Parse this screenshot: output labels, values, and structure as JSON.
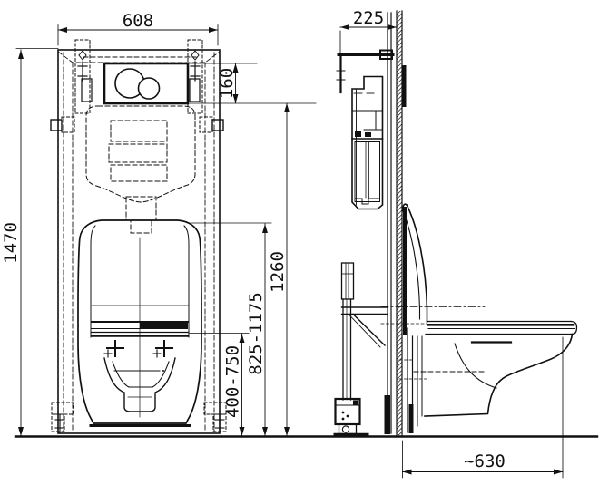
{
  "background": "#ffffff",
  "line_color": "#111111",
  "dimensions_mm": {
    "frame_width": "608",
    "frame_height": "1470",
    "flush_plate_height": "160",
    "flush_plate_bottom_to_floor": "1260",
    "adjustable_upper_range": "825-1175",
    "adjustable_lower_range": "400-750",
    "frame_depth": "225",
    "bowl_projection": "~630"
  }
}
